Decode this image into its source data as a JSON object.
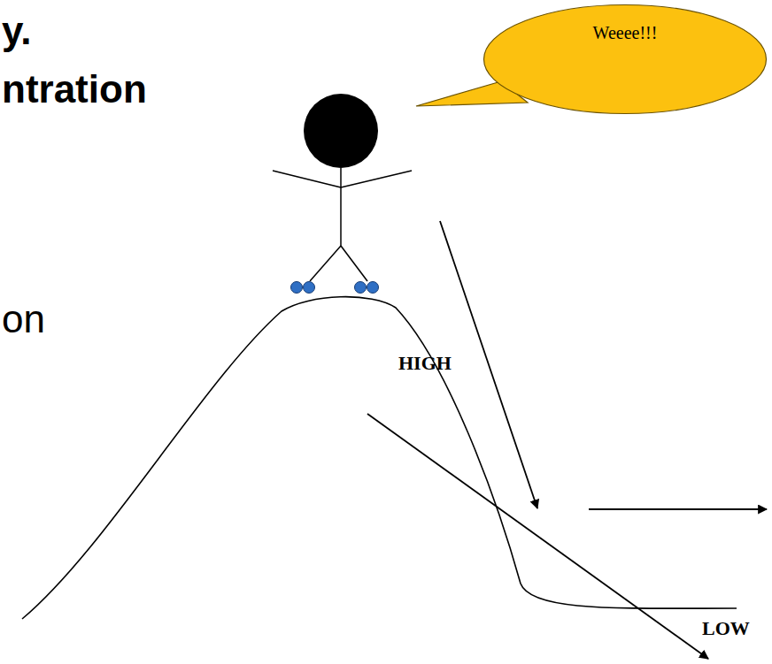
{
  "diagram": {
    "nodes": [
      {
        "text": [
          "Weeee!!!"
        ]
      }
    ],
    "labels": [
      "y.",
      "ntration",
      "HIGH",
      "on",
      "LOW"
    ]
  }
}
